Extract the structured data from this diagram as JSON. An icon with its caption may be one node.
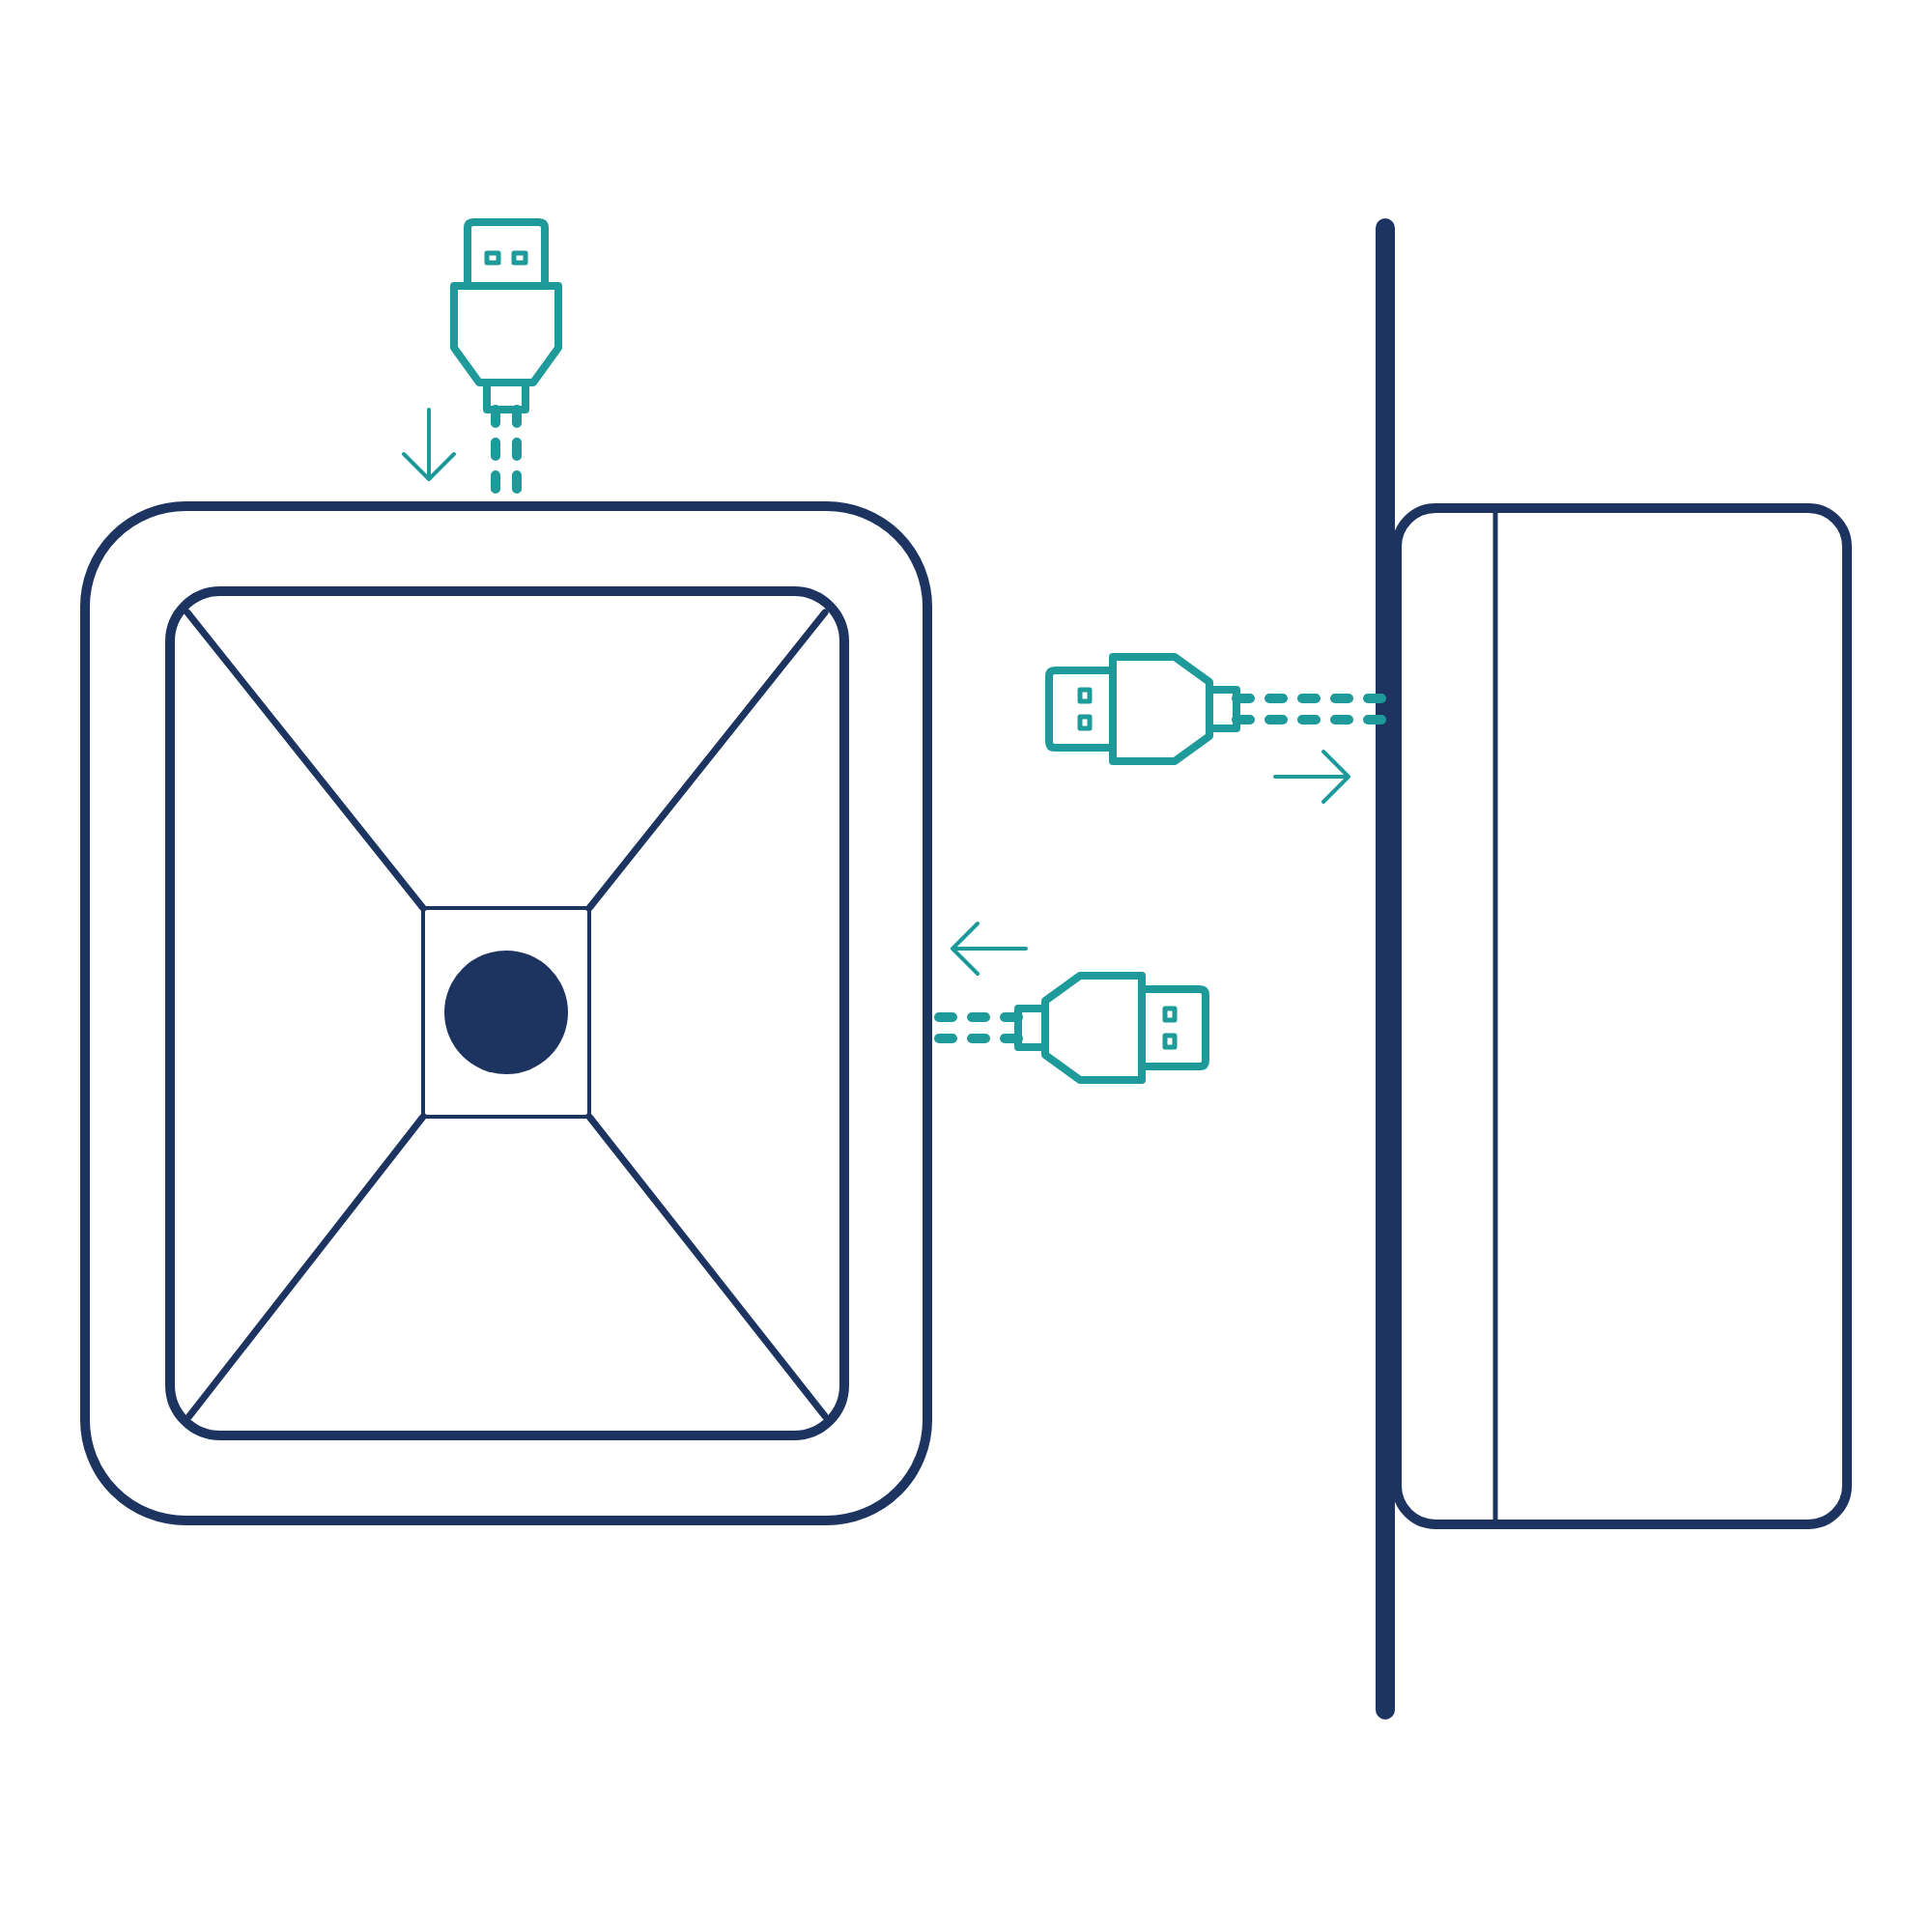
{
  "diagram": {
    "nodes": [
      {
        "text": [],
        "shape": "picture"
      },
      {
        "text": [],
        "shape": "box"
      },
      {
        "text": [],
        "shape": "box"
      },
      {
        "text": [],
        "shape": "picture"
      },
      {
        "text": [],
        "shape": "picture"
      }
    ],
    "edges": [
      {
        "from": 0,
        "to": 1,
        "arrow": "none",
        "style": "dashed"
      },
      {
        "from": 3,
        "to": 2,
        "arrow": "none",
        "style": "dashed"
      },
      {
        "from": 4,
        "to": 1,
        "arrow": "none",
        "style": "dashed"
      }
    ]
  }
}
